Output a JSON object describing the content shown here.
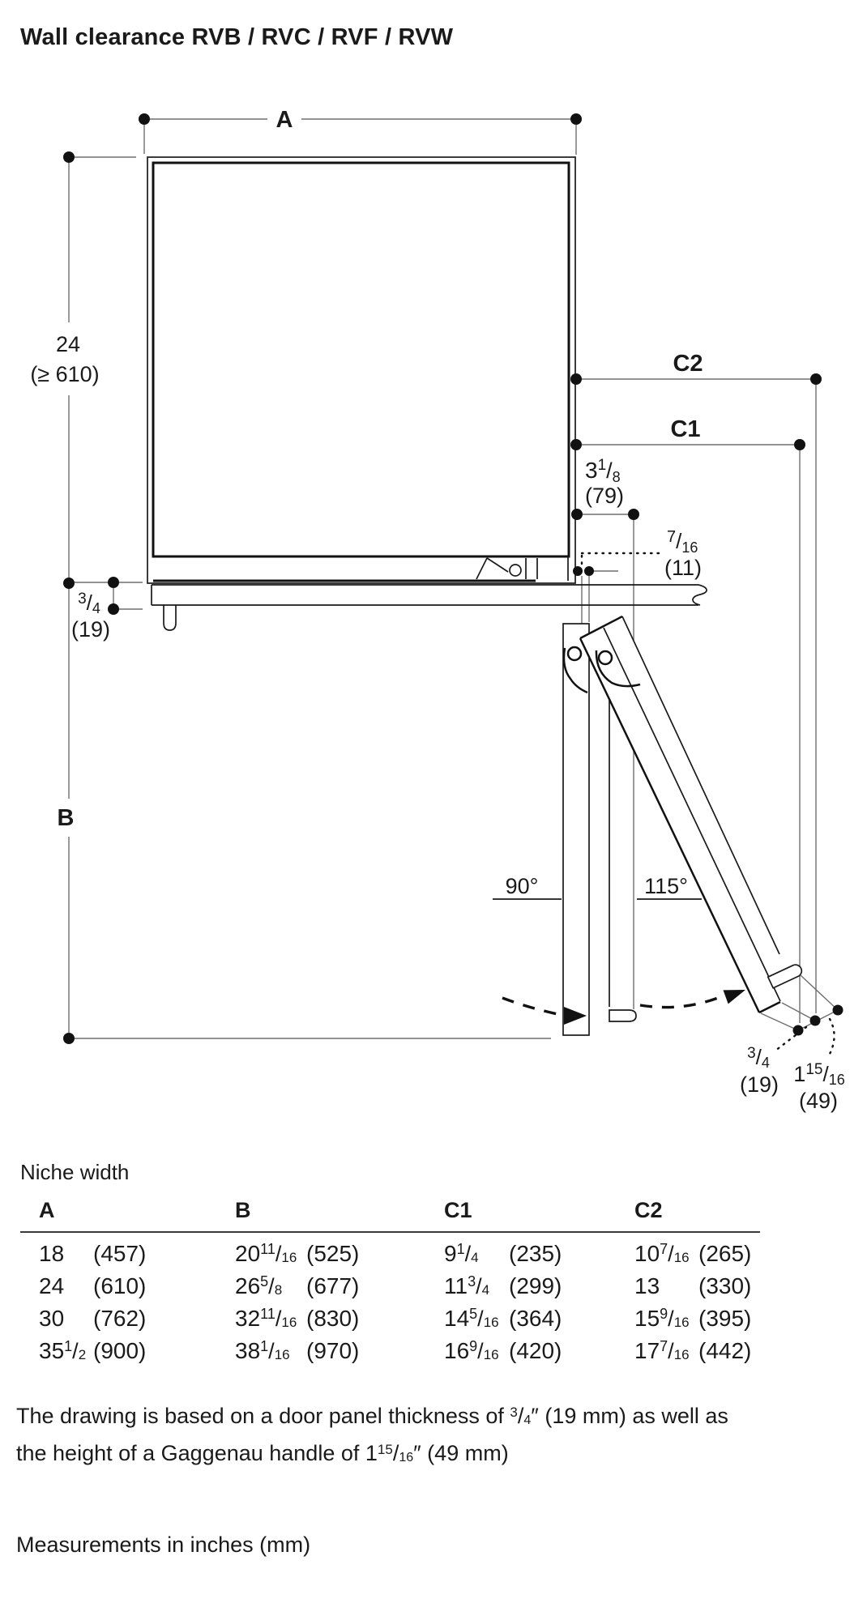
{
  "title": "Wall clearance RVB / RVC / RVF / RVW",
  "drawing": {
    "a": "A",
    "b": "B",
    "c1": "C1",
    "c2": "C2",
    "niche_depth_in": "24",
    "niche_depth_mm": "(≥ 610)",
    "handle_clr": {
      "w": "3",
      "n": "1",
      "s": "/",
      "d": "8",
      "mm": "(79)"
    },
    "door_gap": {
      "n": "7",
      "s": "/",
      "d": "16",
      "mm": "(11)"
    },
    "panel": {
      "n": "3",
      "s": "/",
      "d": "4",
      "mm": "(19)"
    },
    "angle90": "90°",
    "angle115": "115°",
    "panel2": {
      "n": "3",
      "s": "/",
      "d": "4",
      "mm": "(19)"
    },
    "handle_h": {
      "w": "1",
      "n": "15",
      "s": "/",
      "d": "16",
      "mm": "(49)"
    }
  },
  "table": {
    "caption": "Niche width",
    "headers": [
      "A",
      "B",
      "C1",
      "C2"
    ],
    "rows": [
      {
        "a": {
          "w": "18"
        },
        "a_mm": "(457)",
        "b": {
          "w": "20",
          "n": "11",
          "s": "/",
          "d": "16"
        },
        "b_mm": "(525)",
        "c1": {
          "w": "9",
          "n": "1",
          "s": "/",
          "d": "4"
        },
        "c1_mm": "(235)",
        "c2": {
          "w": "10",
          "n": "7",
          "s": "/",
          "d": "16"
        },
        "c2_mm": "(265)"
      },
      {
        "a": {
          "w": "24"
        },
        "a_mm": "(610)",
        "b": {
          "w": "26",
          "n": "5",
          "s": "/",
          "d": "8"
        },
        "b_mm": "(677)",
        "c1": {
          "w": "11",
          "n": "3",
          "s": "/",
          "d": "4"
        },
        "c1_mm": "(299)",
        "c2": {
          "w": "13"
        },
        "c2_mm": "(330)"
      },
      {
        "a": {
          "w": "30"
        },
        "a_mm": "(762)",
        "b": {
          "w": "32",
          "n": "11",
          "s": "/",
          "d": "16"
        },
        "b_mm": "(830)",
        "c1": {
          "w": "14",
          "n": "5",
          "s": "/",
          "d": "16"
        },
        "c1_mm": "(364)",
        "c2": {
          "w": "15",
          "n": "9",
          "s": "/",
          "d": "16"
        },
        "c2_mm": "(395)"
      },
      {
        "a": {
          "w": "35",
          "n": "1",
          "s": "/",
          "d": "2"
        },
        "a_mm": "(900)",
        "b": {
          "w": "38",
          "n": "1",
          "s": "/",
          "d": "16"
        },
        "b_mm": "(970)",
        "c1": {
          "w": "16",
          "n": "9",
          "s": "/",
          "d": "16"
        },
        "c1_mm": "(420)",
        "c2": {
          "w": "17",
          "n": "7",
          "s": "/",
          "d": "16"
        },
        "c2_mm": "(442)"
      }
    ]
  },
  "notes": {
    "l1a": "The drawing is based on a door panel thickness of ",
    "f1": {
      "n": "3",
      "s": "/",
      "d": "4"
    },
    "l1b": "″ (19 mm) as well as",
    "l2a": "the height of a Gaggenau handle of ",
    "f2": {
      "w": "1",
      "n": "15",
      "s": "/",
      "d": "16"
    },
    "l2b": "″ (49 mm)",
    "units": "Measurements in inches (mm)"
  }
}
